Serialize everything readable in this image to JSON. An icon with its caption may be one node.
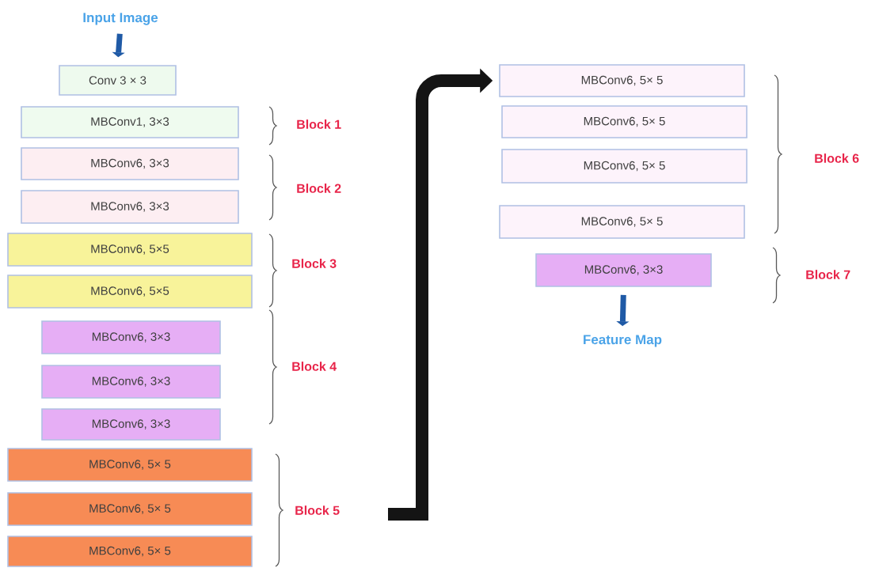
{
  "diagram": {
    "nodes": [
      {
        "text": [
          "Input Image"
        ]
      },
      {
        "text": [
          "Conv 3 × 3"
        ]
      },
      {
        "text": [
          "MBConv1, 3×3"
        ]
      },
      {
        "text": [
          "MBConv6, 3×3"
        ]
      },
      {
        "text": [
          "MBConv6, 3×3"
        ]
      },
      {
        "text": [
          "MBConv6, 5×5"
        ]
      },
      {
        "text": [
          "MBConv6, 5×5"
        ]
      },
      {
        "text": [
          "MBConv6, 3×3"
        ]
      },
      {
        "text": [
          "MBConv6, 3×3"
        ]
      },
      {
        "text": [
          "MBConv6, 3×3"
        ]
      },
      {
        "text": [
          "MBConv6, 5× 5"
        ]
      },
      {
        "text": [
          "MBConv6, 5× 5"
        ]
      },
      {
        "text": [
          "MBConv6, 5× 5"
        ]
      },
      {
        "text": [
          "MBConv6, 5× 5"
        ]
      },
      {
        "text": [
          "MBConv6, 5× 5"
        ]
      },
      {
        "text": [
          "MBConv6, 5× 5"
        ]
      },
      {
        "text": [
          "MBConv6, 5× 5"
        ]
      },
      {
        "text": [
          "MBConv6, 3×3"
        ]
      },
      {
        "text": [
          "Feature Map"
        ]
      }
    ],
    "edges": [
      {
        "from": 0,
        "to": 1,
        "arrow": "to",
        "color": "#1f5aa6"
      },
      {
        "from": null,
        "to": 13,
        "arrow": "to",
        "style": "thick",
        "color": "#141414"
      },
      {
        "from": 17,
        "to": 18,
        "arrow": "to",
        "color": "#1f5aa6"
      }
    ],
    "labels": [
      "Block 1",
      "Block 2",
      "Block 3",
      "Block 4",
      "Block 5",
      "Block 6",
      "Block 7"
    ]
  }
}
